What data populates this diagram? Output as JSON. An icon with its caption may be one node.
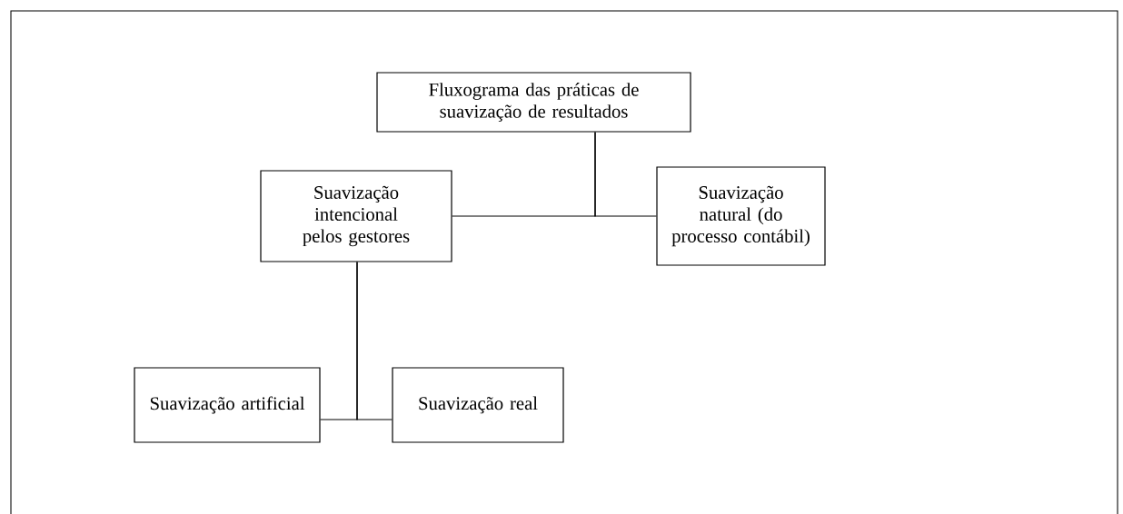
{
  "diagram": {
    "nodes": [
      {
        "text": [
          "Fluxograma das práticas de suavização de resultados"
        ]
      },
      {
        "text": [
          "Suavização intencional pelos gestores"
        ]
      },
      {
        "text": [
          "Suavização natural (do processo contábil)"
        ]
      },
      {
        "text": [
          "Suavização artificial"
        ]
      },
      {
        "text": [
          "Suavização real"
        ]
      }
    ],
    "edges": [
      {
        "from": 0,
        "to": 1,
        "arrow": "none"
      },
      {
        "from": 0,
        "to": 2,
        "arrow": "none"
      },
      {
        "from": 1,
        "to": 3,
        "arrow": "none"
      },
      {
        "from": 1,
        "to": 4,
        "arrow": "none"
      }
    ]
  }
}
